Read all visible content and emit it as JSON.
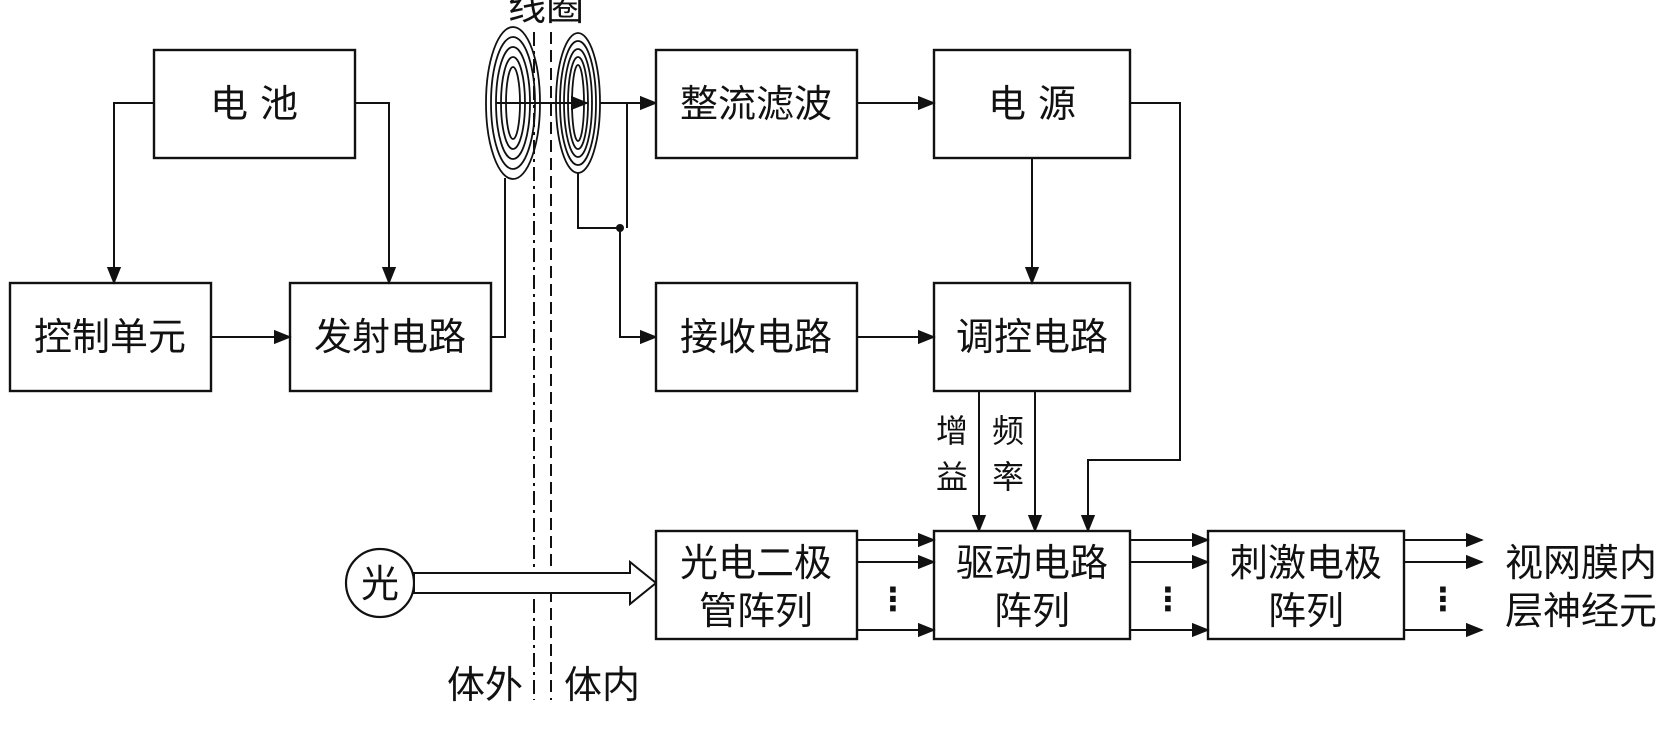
{
  "labels": {
    "coil": "线圈",
    "battery": "电 池",
    "control_unit": "控制单元",
    "transmit_circuit": "发射电路",
    "rectify_filter": "整流滤波",
    "power_supply": "电 源",
    "receive_circuit": "接收电路",
    "regulate_circuit": "调控电路",
    "gain_1": "增",
    "gain_2": "益",
    "freq_1": "频",
    "freq_2": "率",
    "light": "光",
    "photodiode_1": "光电二极",
    "photodiode_2": "管阵列",
    "driver_1": "驱动电路",
    "driver_2": "阵列",
    "electrode_1": "刺激电极",
    "electrode_2": "阵列",
    "retina_1": "视网膜内",
    "retina_2": "层神经元",
    "outside_body": "体外",
    "inside_body": "体内"
  },
  "ellipsis": "⋮"
}
